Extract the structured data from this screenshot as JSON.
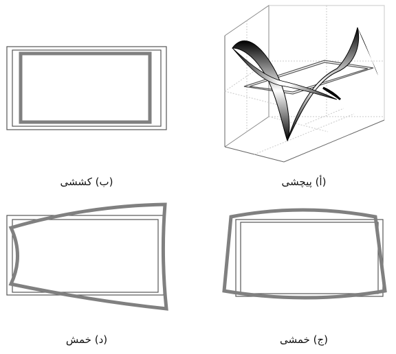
{
  "captions": {
    "a": "(أ) پیچشی",
    "b": "(ب) کششی",
    "c": "(ج) خمشی",
    "d": "(د) خمش"
  },
  "colors": {
    "frame": "#555555",
    "deformed": "#808080",
    "grid": "#c8c8c8",
    "twist_dark": "#000000",
    "twist_light": "#ffffff"
  },
  "panels": [
    {
      "id": "a",
      "mode": "torsional",
      "caption_key": "a"
    },
    {
      "id": "b",
      "mode": "axial",
      "caption_key": "b"
    },
    {
      "id": "c",
      "mode": "flexural-symmetric",
      "caption_key": "c"
    },
    {
      "id": "d",
      "mode": "flexural-side",
      "caption_key": "d"
    }
  ]
}
